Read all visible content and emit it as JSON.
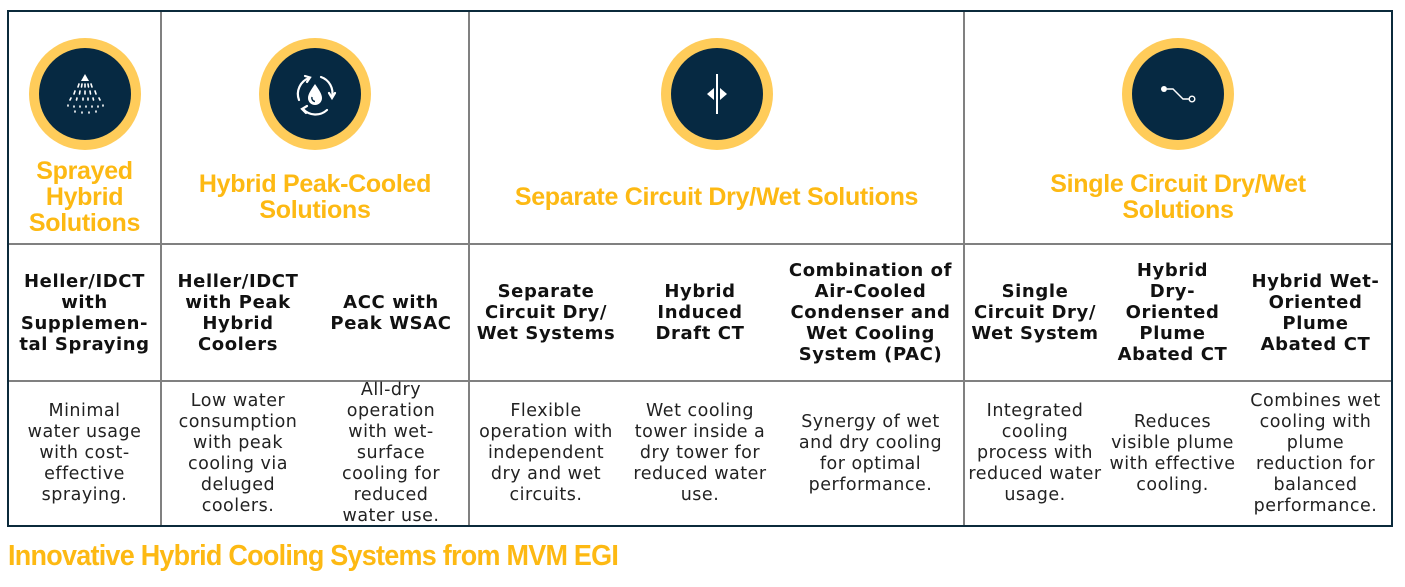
{
  "groups": [
    {
      "title": "Sprayed Hybrid Solutions",
      "icon": "spray-nozzle-icon"
    },
    {
      "title": "Hybrid Peak-Cooled Solutions",
      "icon": "water-recycle-icon"
    },
    {
      "title": "Separate Circuit Dry/Wet Solutions",
      "icon": "split-arrows-icon"
    },
    {
      "title": "Single Circuit Dry/Wet Solutions",
      "icon": "circuit-path-icon"
    }
  ],
  "systems": [
    {
      "name": "Heller/IDCT with Supplemen-tal Spraying",
      "description": "Minimal water usage with cost-effective spraying."
    },
    {
      "name": "Heller/IDCT with Peak Hybrid Coolers",
      "description": "Low water consumption with peak cooling via deluged coolers."
    },
    {
      "name": "ACC with Peak WSAC",
      "description": "All-dry operation with wet-surface cooling for reduced water use."
    },
    {
      "name": "Separate Circuit Dry/ Wet Systems",
      "description": "Flexible operation with independent dry and wet circuits."
    },
    {
      "name": "Hybrid Induced Draft CT",
      "description": "Wet cooling tower inside a dry tower for reduced water use."
    },
    {
      "name": "Combination of Air-Cooled Condenser and Wet Cooling System (PAC)",
      "description": "Synergy of wet and dry cooling for optimal performance."
    },
    {
      "name": "Single Circuit Dry/ Wet System",
      "description": "Integrated cooling process with reduced water usage."
    },
    {
      "name": "Hybrid Dry-Oriented Plume Abated CT",
      "description": "Reduces visible plume with effective cooling."
    },
    {
      "name": "Hybrid Wet-Oriented Plume Abated CT",
      "description": "Combines wet cooling with plume reduction for balanced performance."
    }
  ],
  "footer": {
    "title": "Innovative Hybrid Cooling Systems from MVM EGI"
  },
  "colors": {
    "accent_yellow": "#fdb913",
    "badge_ring": "#ffcc5a",
    "badge_navy": "#062942",
    "border_dark": "#0b2a3b",
    "grid_gray": "#808080"
  }
}
